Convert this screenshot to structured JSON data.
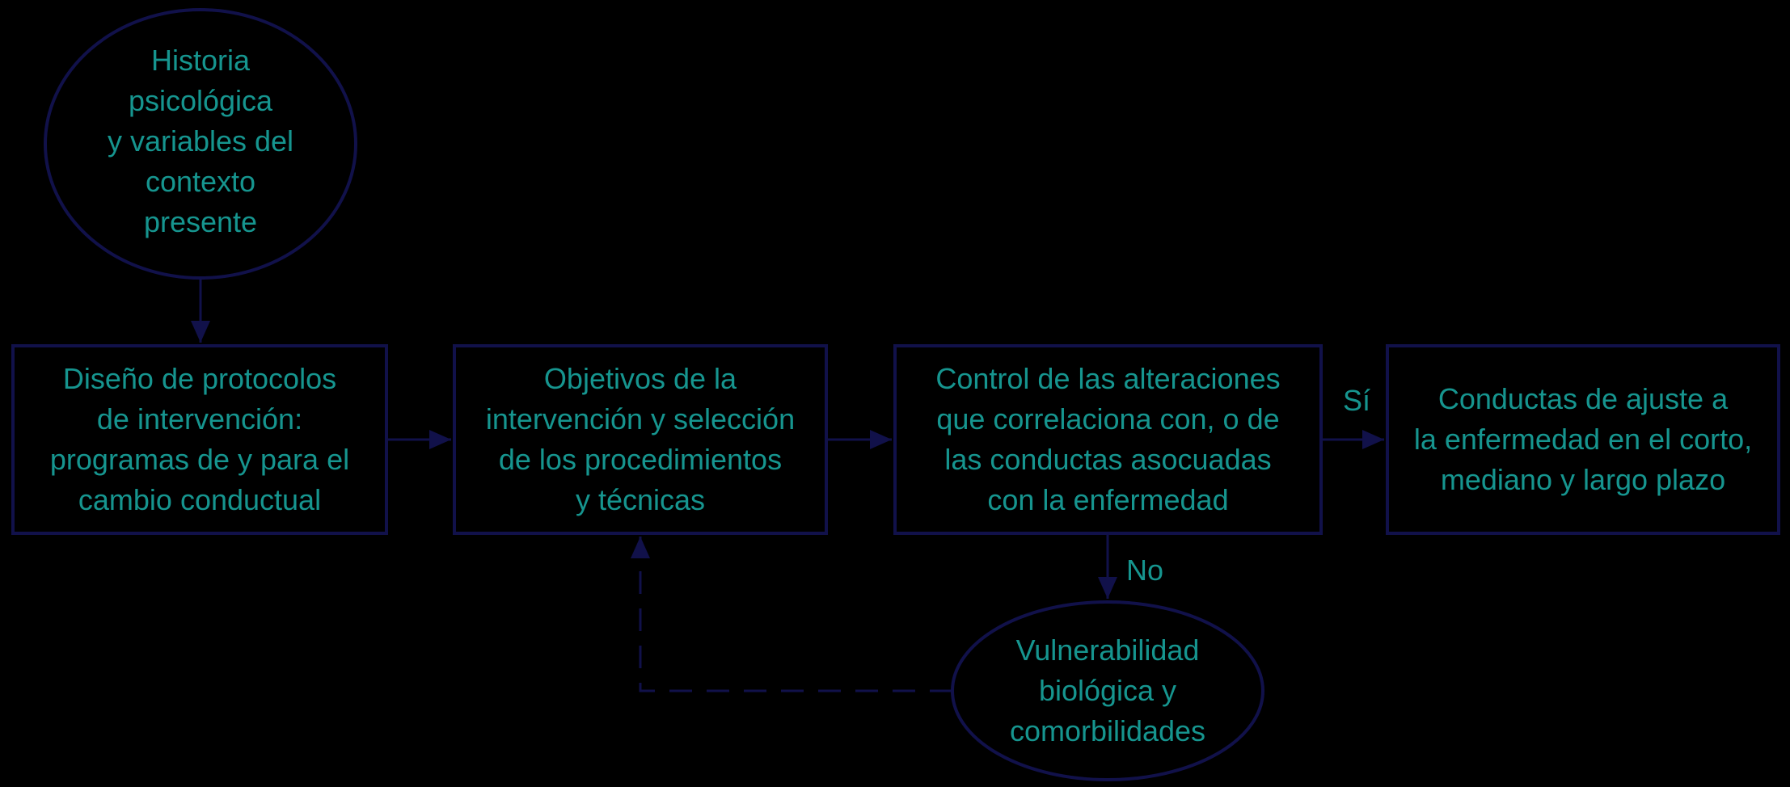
{
  "colors": {
    "background": "#000000",
    "stroke": "#11114a",
    "text": "#16958f"
  },
  "nodes": {
    "historia": {
      "shape": "ellipse",
      "label": "Historia\npsicológica\ny variables del\ncontexto\npresente"
    },
    "diseno": {
      "shape": "rectangle",
      "label": "Diseño de protocolos\nde intervención:\nprogramas de y para el\ncambio conductual"
    },
    "objetivos": {
      "shape": "rectangle",
      "label": "Objetivos de la\nintervención y selección\nde los procedimientos\ny técnicas"
    },
    "control": {
      "shape": "rectangle",
      "label": "Control de las alteraciones\nque correlaciona con, o de\nlas conductas asocuadas\ncon la enfermedad"
    },
    "conductas": {
      "shape": "rectangle",
      "label": "Conductas de ajuste a\nla enfermedad en el corto,\nmediano y largo plazo"
    },
    "vulnerabilidad": {
      "shape": "ellipse",
      "label": "Vulnerabilidad\nbiológica y\ncomorbilidades"
    }
  },
  "edges": [
    {
      "from": "historia",
      "to": "diseno",
      "style": "solid"
    },
    {
      "from": "diseno",
      "to": "objetivos",
      "style": "solid"
    },
    {
      "from": "objetivos",
      "to": "control",
      "style": "solid"
    },
    {
      "from": "control",
      "to": "conductas",
      "style": "solid",
      "label": "Sí"
    },
    {
      "from": "control",
      "to": "vulnerabilidad",
      "style": "solid",
      "label": "No"
    },
    {
      "from": "vulnerabilidad",
      "to": "objetivos",
      "style": "dashed"
    }
  ]
}
